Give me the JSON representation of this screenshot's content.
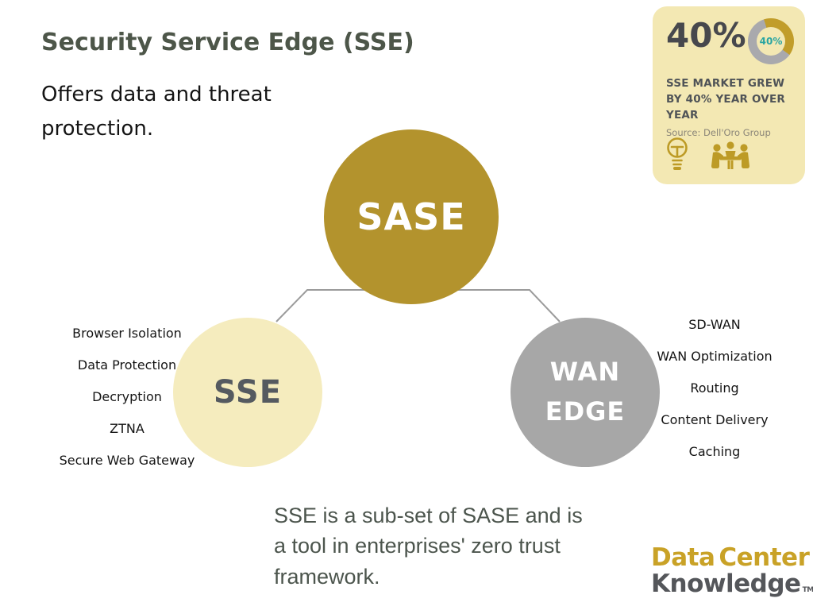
{
  "header": {
    "title": "Security Service Edge (SSE)",
    "subtitle": "Offers data and threat protection."
  },
  "stat_card": {
    "percent": "40%",
    "donut": {
      "type": "donut",
      "value_percent": 40,
      "label": "40%",
      "arc_color": "#c19d2a",
      "ring_color": "#a9a9ad",
      "label_color": "#2aa5a2"
    },
    "headline": "SSE MARKET GREW BY 40% YEAR OVER YEAR",
    "source": "Source: Dell'Oro Group",
    "card_bg": "#f3e8b3",
    "icons": [
      "lightbulb-icon",
      "meeting-icon"
    ]
  },
  "diagram": {
    "connector_color": "#9b9b9b",
    "center": {
      "label": "SASE",
      "color": "#b3932d",
      "text_color": "#ffffff"
    },
    "left": {
      "label": "SSE",
      "color": "#f5ecbe",
      "text_color": "#555a60",
      "items": [
        "Browser Isolation",
        "Data Protection",
        "Decryption",
        "ZTNA",
        "Secure Web Gateway"
      ]
    },
    "right": {
      "label": "WAN EDGE",
      "color": "#a7a7a7",
      "text_color": "#ffffff",
      "items": [
        "SD-WAN",
        "WAN Optimization",
        "Routing",
        "Content Delivery",
        "Caching"
      ]
    }
  },
  "footer": {
    "note": "SSE is a sub-set of SASE and is a tool in enterprises' zero trust framework.",
    "logo": {
      "part1": "Data",
      "part2": "Center",
      "line2": "Knowledge",
      "tm": "TM",
      "gold_color": "#c9a227",
      "gray_color": "#54565a"
    }
  }
}
